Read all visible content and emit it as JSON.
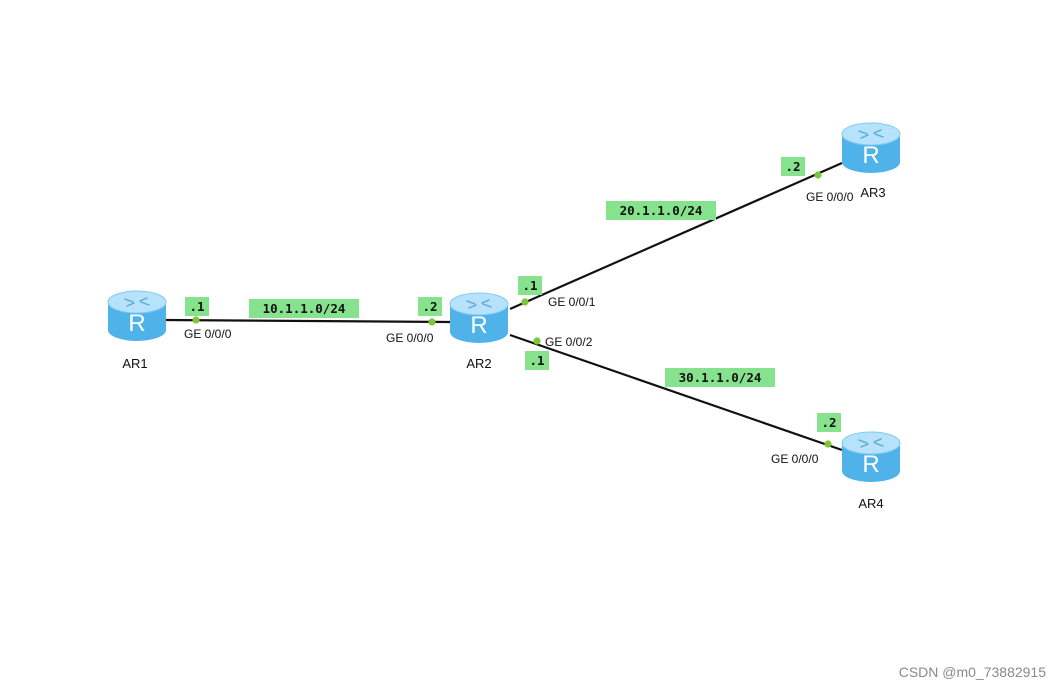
{
  "colors": {
    "background": "#ffffff",
    "link": "#111111",
    "port_dot": "#7cc63a",
    "tag_fill": "#86e28c",
    "router_body": "#4fb3ea",
    "router_top": "#b6e2fb"
  },
  "icon": "router-icon",
  "routers": [
    {
      "id": "ar1",
      "name": "AR1",
      "letter": "R"
    },
    {
      "id": "ar2",
      "name": "AR2",
      "letter": "R"
    },
    {
      "id": "ar3",
      "name": "AR3",
      "letter": "R"
    },
    {
      "id": "ar4",
      "name": "AR4",
      "letter": "R"
    }
  ],
  "links": [
    {
      "id": "link-ar1-ar2",
      "network": "10.1.1.0/24",
      "a_port": "GE 0/0/0",
      "a_host": ".1",
      "b_port": "GE 0/0/0",
      "b_host": ".2"
    },
    {
      "id": "link-ar2-ar3",
      "network": "20.1.1.0/24",
      "a_port": "GE 0/0/1",
      "a_host": ".1",
      "b_port": "GE 0/0/0",
      "b_host": ".2"
    },
    {
      "id": "link-ar2-ar4",
      "network": "30.1.1.0/24",
      "a_port": "GE 0/0/2",
      "a_host": ".1",
      "b_port": "GE 0/0/0",
      "b_host": ".2"
    }
  ],
  "watermark": "CSDN @m0_73882915"
}
